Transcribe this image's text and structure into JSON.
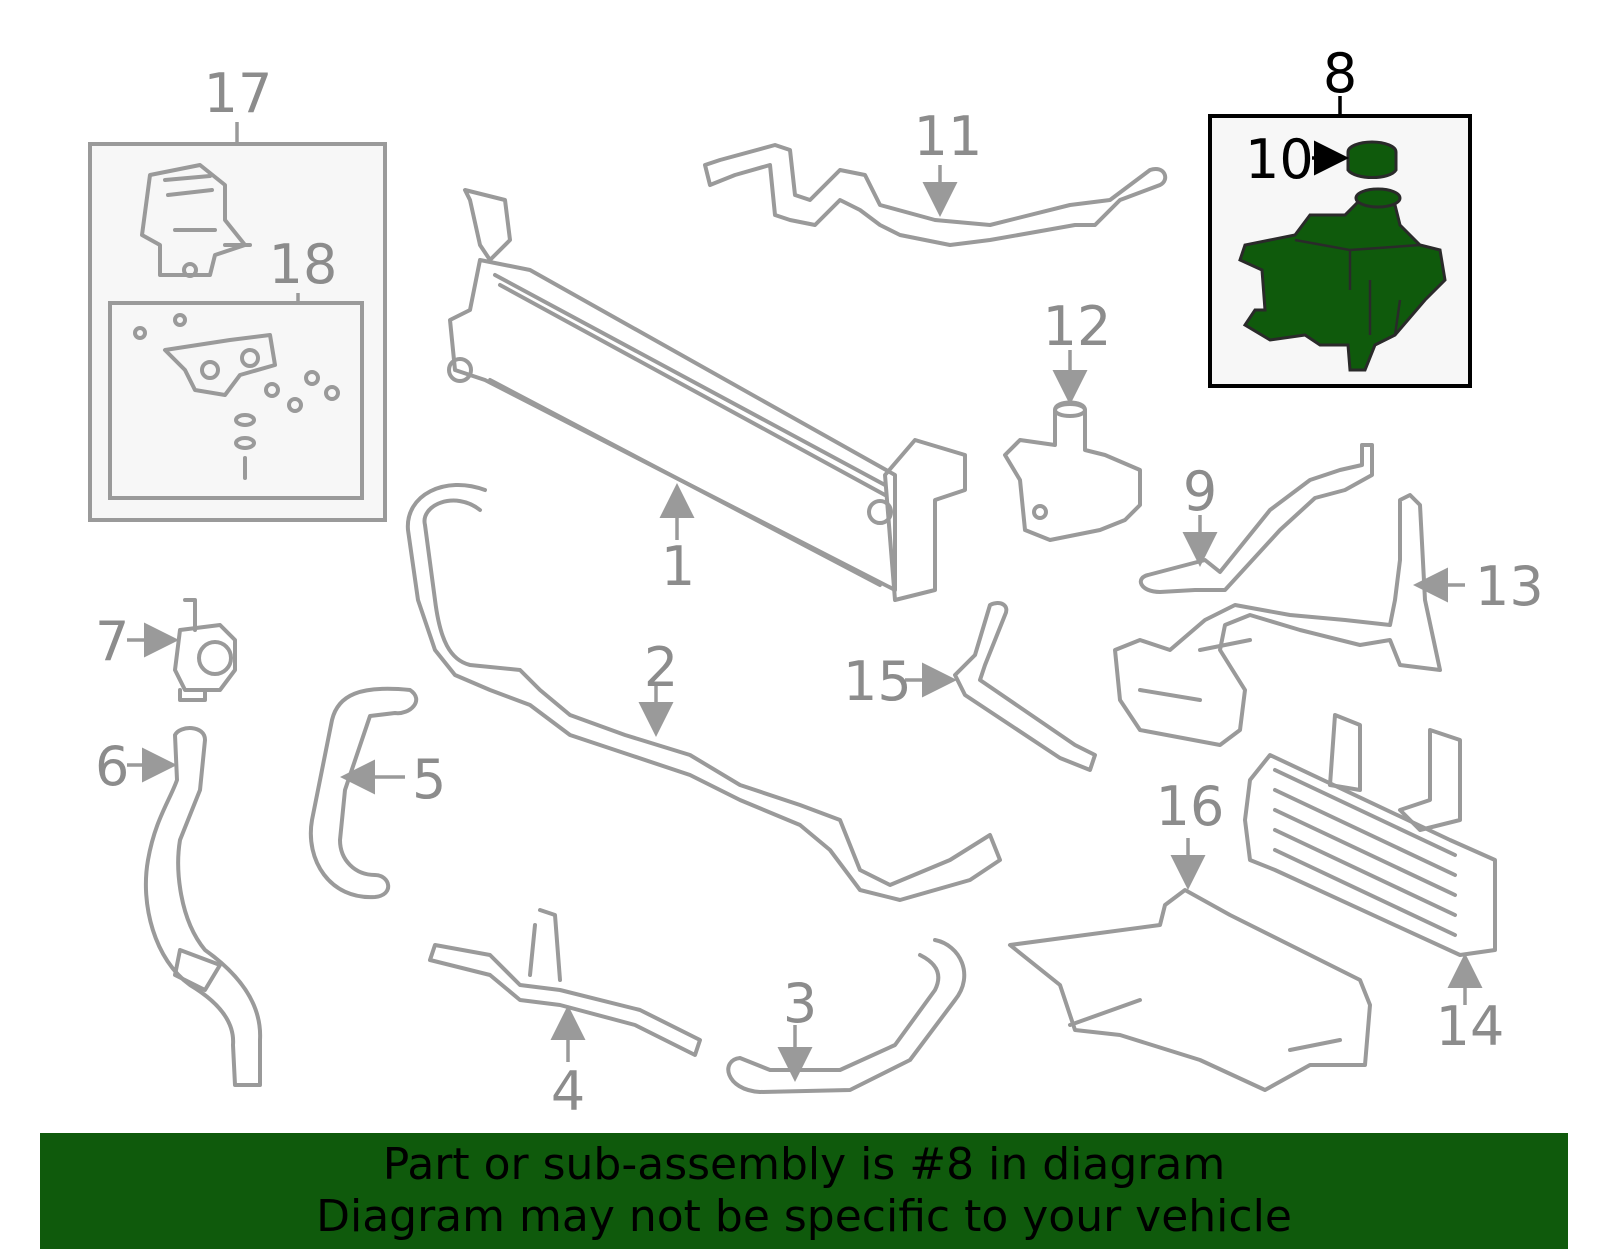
{
  "callouts": {
    "c1": "1",
    "c2": "2",
    "c3": "3",
    "c4": "4",
    "c5": "5",
    "c6": "6",
    "c7": "7",
    "c8": "8",
    "c9": "9",
    "c10": "10",
    "c11": "11",
    "c12": "12",
    "c13": "13",
    "c14": "14",
    "c15": "15",
    "c16": "16",
    "c17": "17",
    "c18": "18"
  },
  "highlight": {
    "part_number": "8",
    "color": "#0f5a0c"
  },
  "colors": {
    "part_stroke": "#9a9a9a",
    "banner_bg": "#0f5a0c"
  },
  "banner": {
    "line1": "Part or sub-assembly is #8 in diagram",
    "line2": "Diagram may not be specific to your vehicle"
  }
}
